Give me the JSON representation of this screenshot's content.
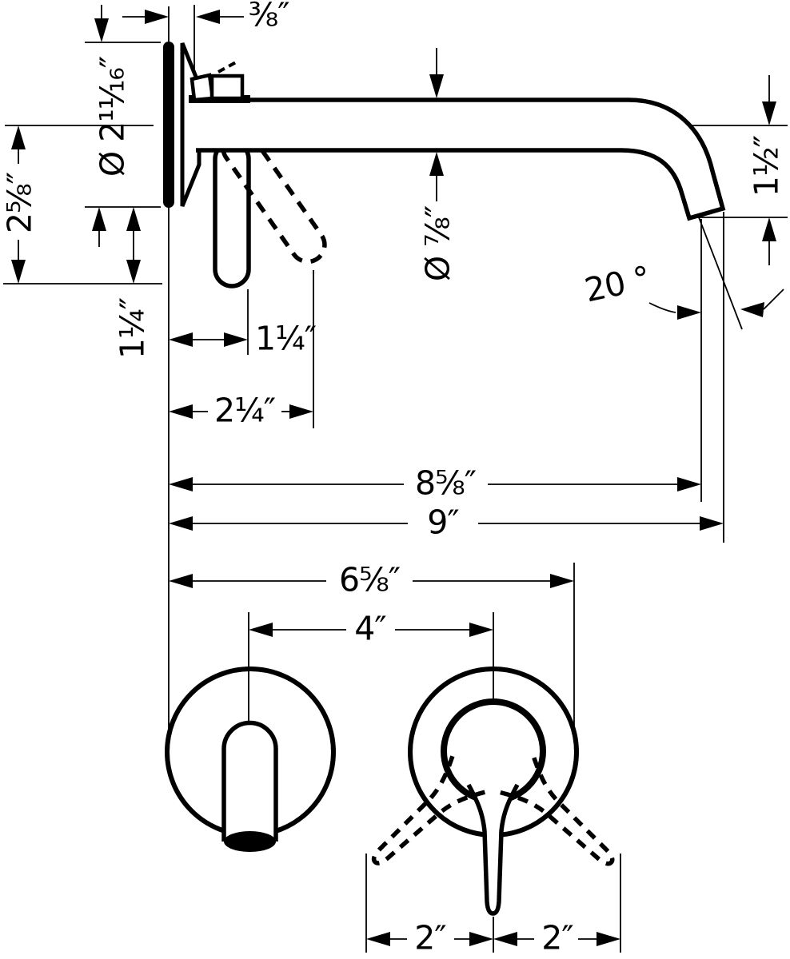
{
  "colors": {
    "ink": "#000000",
    "background": "#ffffff"
  },
  "side_view": {
    "labels": {
      "wall_to_spout": "³⁄₈″",
      "escutcheon_diameter": "Ø 2¹¹⁄₁₆″",
      "center_to_handle_end": "2⁵⁄₈″",
      "escutcheon_to_handle_end": "1¹⁄₄″",
      "wall_to_handle": "1¹⁄₄″",
      "wall_to_handle_swung": "2¹⁄₄″",
      "wall_to_aerator": "8⁵⁄₈″",
      "spout_reach": "9″",
      "spout_drop": "1¹⁄₂″",
      "spout_diameter": "Ø ⁷⁄₈″",
      "spray_angle": "20 °"
    }
  },
  "front_view": {
    "labels": {
      "escutcheon_span": "6⁵⁄₈″",
      "center_distance": "4″",
      "handle_swing_left": "2″",
      "handle_swing_right": "2″"
    }
  }
}
